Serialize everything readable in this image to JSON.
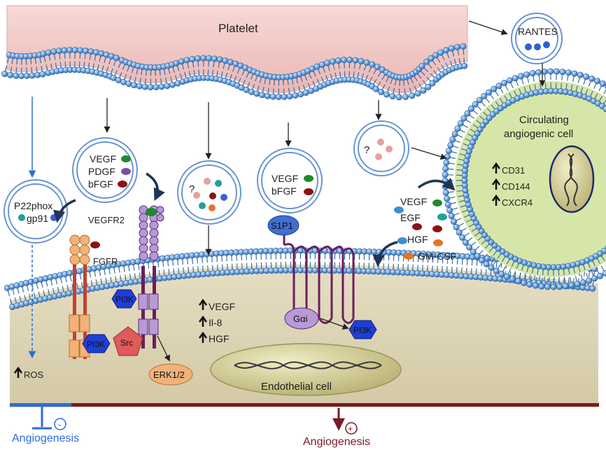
{
  "labels": {
    "platelet": "Platelet",
    "rantes": "RANTES",
    "circulating_line1": "Circulating",
    "circulating_line2": "angiogenic cell",
    "cd31": "CD31",
    "cd144": "CD144",
    "cxcr4": "CXCR4",
    "endothelial": "Endothelial cell",
    "p22phox": "P22phox",
    "gp91": "gp91",
    "ros": "ROS",
    "fgfr": "FGFR",
    "vegfr2": "VEGFR2",
    "pi3k": "PI3K",
    "src": "Src",
    "erk": "ERK1/2",
    "s1p1": "S1P1",
    "galpha": "Gαi",
    "question": "?",
    "vesicle_left": [
      "VEGF",
      "PDGF",
      "bFGF"
    ],
    "vesicle_s1p1": [
      "VEGF",
      "bFGF"
    ],
    "upregulated": [
      "VEGF",
      "Il-8",
      "HGF"
    ],
    "secreted": [
      "VEGF",
      "EGF",
      "HGF",
      "GM-CSF"
    ],
    "angio_neg": "Angiogenesis",
    "angio_pos": "Angiogenesis",
    "minus": "-",
    "plus": "+"
  },
  "colors": {
    "platelet": "#f1c6c4",
    "endothelial": "#d8ceae",
    "circulating": "#d6e6a8",
    "membrane": "#3a7fc4",
    "nucleus": "#d2cc96",
    "pi3k": "#1f3ed8",
    "src": "#e05a5a",
    "erk": "#f3b27a",
    "s1p1": "#3f6fd0",
    "galpha": "#b79ad6",
    "negative": "#2d6bdc",
    "positive": "#7a1a24"
  }
}
